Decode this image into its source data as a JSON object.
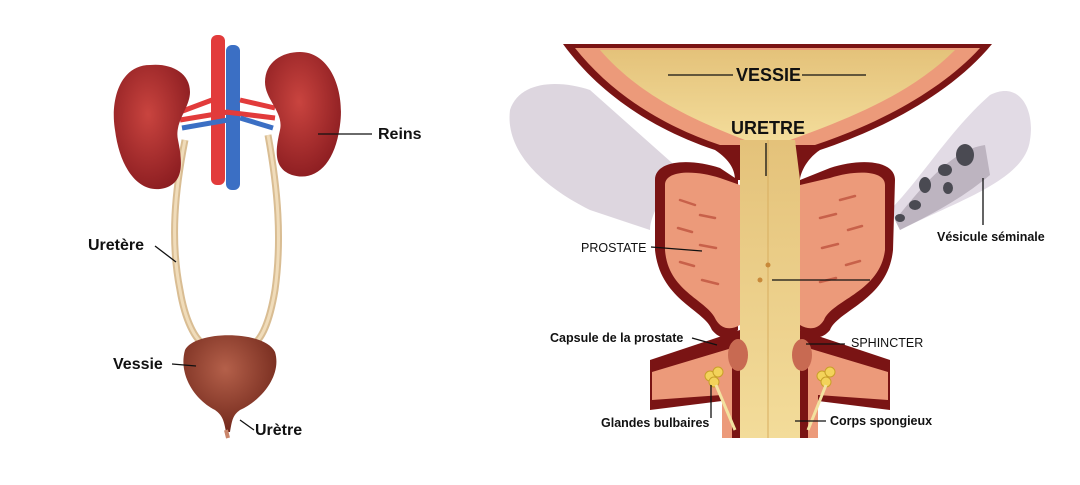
{
  "left_diagram": {
    "labels": {
      "kidneys": "Reins",
      "ureter": "Uretère",
      "bladder": "Vessie",
      "urethra": "Urètre"
    }
  },
  "right_diagram": {
    "labels": {
      "bladder": "VESSIE",
      "urethra": "URETRE",
      "prostate": "PROSTATE",
      "seminal_vesicle": "Vésicule séminale",
      "prostate_capsule": "Capsule de la prostate",
      "sphincter": "SPHINCTER",
      "bulbourethral_glands": "Glandes bulbaires",
      "corpus_spongiosum": "Corps spongieux"
    }
  },
  "colors": {
    "kidney": "#a3262a",
    "artery": "#e23b3b",
    "vein": "#3b6fc4",
    "ureter": "#e3c9a0",
    "capsule": "#7a1414",
    "prostate": "#ec9a7a",
    "bladder_inner": "#e9c77a",
    "vesicle": "#d9d3dc"
  }
}
